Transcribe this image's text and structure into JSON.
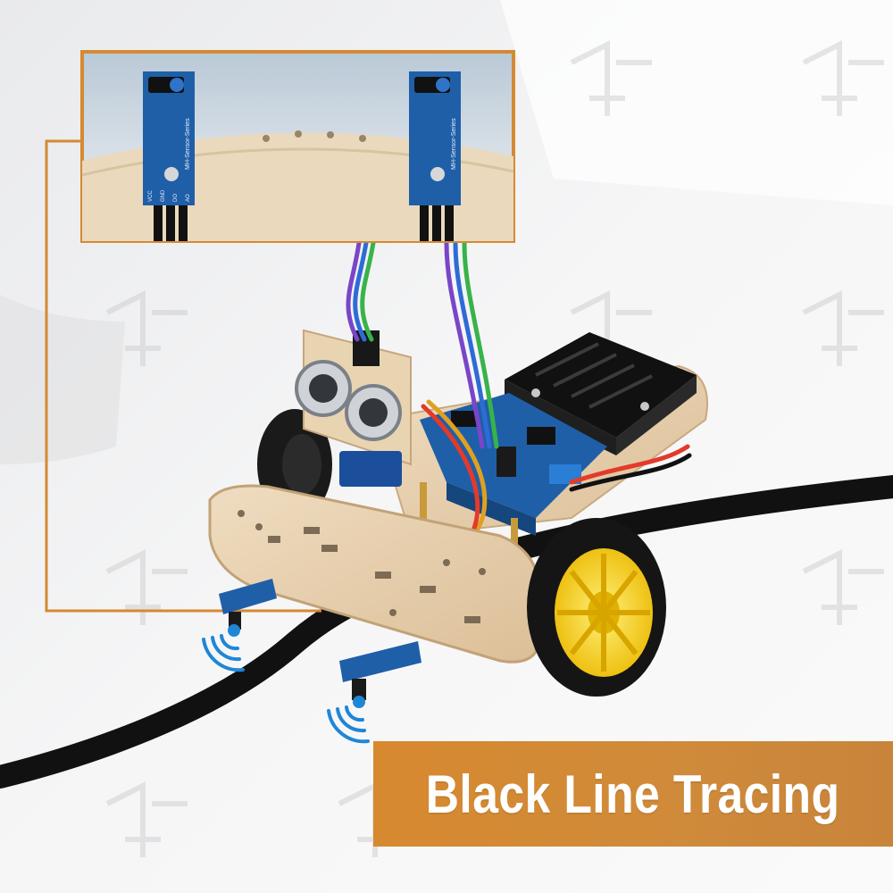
{
  "caption": {
    "text": "Black Line Tracing"
  },
  "colors": {
    "accent": "#d7892f",
    "frame": "#d48a33",
    "track": "#111111",
    "wood": "#e6cfae",
    "wheel_yellow": "#f4d21f",
    "board_blue": "#1f5fa8",
    "signal_blue": "#1f86d6"
  },
  "icons": [
    "sensor-signal-icon",
    "watermark-logo"
  ],
  "inset": {
    "sensor_silkscreen": [
      "MH-Sensor-Series",
      "MH-Sensor-Series"
    ],
    "pin_labels": [
      "VCC",
      "GND",
      "DO",
      "AO"
    ]
  }
}
